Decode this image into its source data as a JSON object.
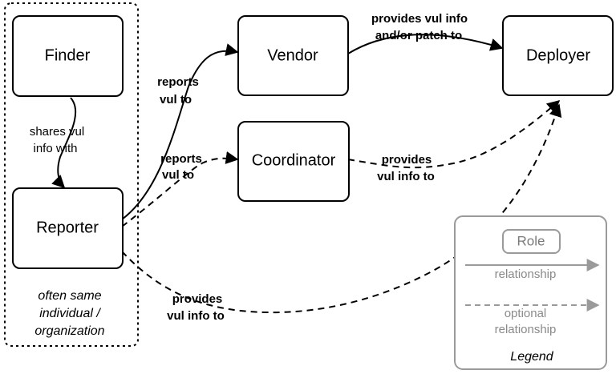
{
  "nodes": {
    "finder": "Finder",
    "reporter": "Reporter",
    "vendor": "Vendor",
    "coordinator": "Coordinator",
    "deployer": "Deployer"
  },
  "edges": {
    "finder_reporter": [
      "shares vul",
      "info with"
    ],
    "reporter_vendor": [
      "reports",
      "vul to"
    ],
    "reporter_coordinator": [
      "reports",
      "vul to"
    ],
    "vendor_deployer": [
      "provides vul info",
      "and/or patch to"
    ],
    "coordinator_deployer": [
      "provides",
      "vul info to"
    ],
    "reporter_deployer": [
      "provides",
      "vul info to"
    ]
  },
  "group_note": [
    "often same",
    "individual /",
    "organization"
  ],
  "legend": {
    "role": "Role",
    "relationship": "relationship",
    "optional_relationship": [
      "optional",
      "relationship"
    ],
    "title": "Legend"
  }
}
